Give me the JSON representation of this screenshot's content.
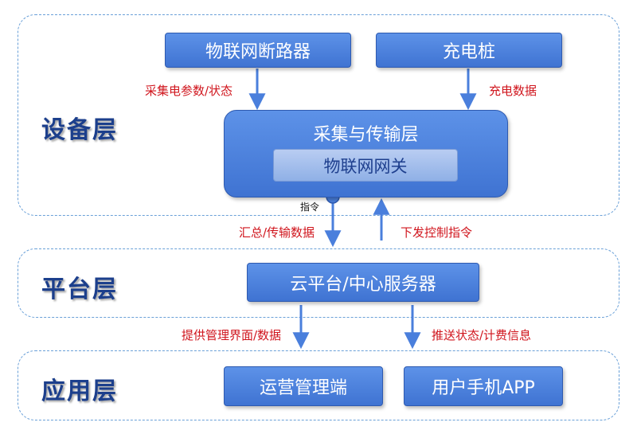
{
  "layers": {
    "device": "设备层",
    "platform": "平台层",
    "app": "应用层"
  },
  "nodes": {
    "breaker": "物联网断路器",
    "charger": "充电桩",
    "collect": "采集与传输层",
    "gateway": "物联网网关",
    "cloud": "云平台/中心服务器",
    "ops": "运营管理端",
    "mobile": "用户手机APP"
  },
  "edges": {
    "breaker_collect": "采集电参数/状态",
    "charger_collect": "充电数据",
    "collect_cloud": "汇总/传输数据",
    "cloud_collect": "下发控制指令",
    "cloud_ops": "提供管理界面/数据",
    "cloud_mobile": "推送状态/计费信息"
  },
  "notes": {
    "command": "指令"
  },
  "colors": {
    "box": "#4a7fdc",
    "frame": "#6aa0d8",
    "edge_label": "#d0151d",
    "layer_label": "#1c3f8c"
  }
}
